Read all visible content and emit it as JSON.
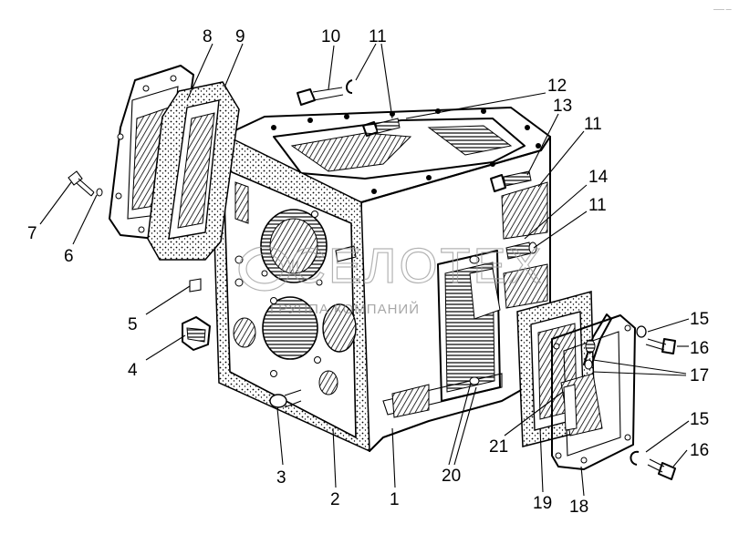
{
  "watermark": {
    "brand": "СЕЛОТЕХ",
    "subtitle": "ГРУППА КОМПАНИЙ"
  },
  "corner_mark": "—— —",
  "callouts": [
    {
      "id": "1",
      "text": "1"
    },
    {
      "id": "2",
      "text": "2"
    },
    {
      "id": "3",
      "text": "3"
    },
    {
      "id": "4",
      "text": "4"
    },
    {
      "id": "5",
      "text": "5"
    },
    {
      "id": "6",
      "text": "6"
    },
    {
      "id": "7",
      "text": "7"
    },
    {
      "id": "8",
      "text": "8"
    },
    {
      "id": "9",
      "text": "9"
    },
    {
      "id": "10",
      "text": "10"
    },
    {
      "id": "11a",
      "text": "11"
    },
    {
      "id": "11b",
      "text": "11"
    },
    {
      "id": "11c",
      "text": "11"
    },
    {
      "id": "12",
      "text": "12"
    },
    {
      "id": "13",
      "text": "13"
    },
    {
      "id": "14",
      "text": "14"
    },
    {
      "id": "15a",
      "text": "15"
    },
    {
      "id": "15b",
      "text": "15"
    },
    {
      "id": "16a",
      "text": "16"
    },
    {
      "id": "16b",
      "text": "16"
    },
    {
      "id": "17",
      "text": "17"
    },
    {
      "id": "18",
      "text": "18"
    },
    {
      "id": "19",
      "text": "19"
    },
    {
      "id": "20",
      "text": "20"
    },
    {
      "id": "21",
      "text": "21"
    }
  ]
}
